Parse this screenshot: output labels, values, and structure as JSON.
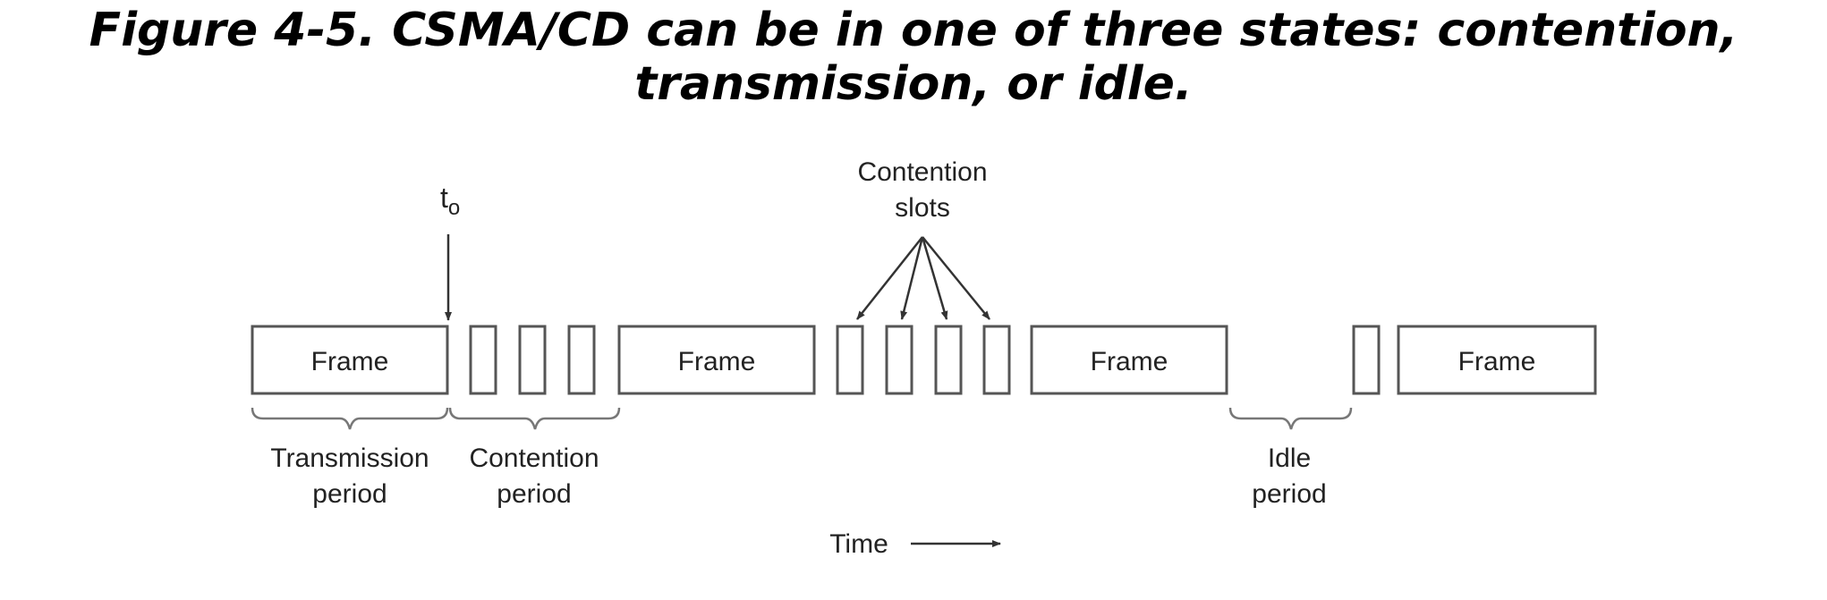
{
  "caption": {
    "line1": "Figure 4-5. CSMA/CD can be in one of three states: contention,",
    "line2": "transmission, or idle."
  },
  "labels": {
    "t0_main": "t",
    "t0_sub": "o",
    "contention_slots_1": "Contention",
    "contention_slots_2": "slots",
    "frame": "Frame",
    "transmission_period_1": "Transmission",
    "transmission_period_2": "period",
    "contention_period_1": "Contention",
    "contention_period_2": "period",
    "idle_period_1": "Idle",
    "idle_period_2": "period",
    "time": "Time"
  }
}
